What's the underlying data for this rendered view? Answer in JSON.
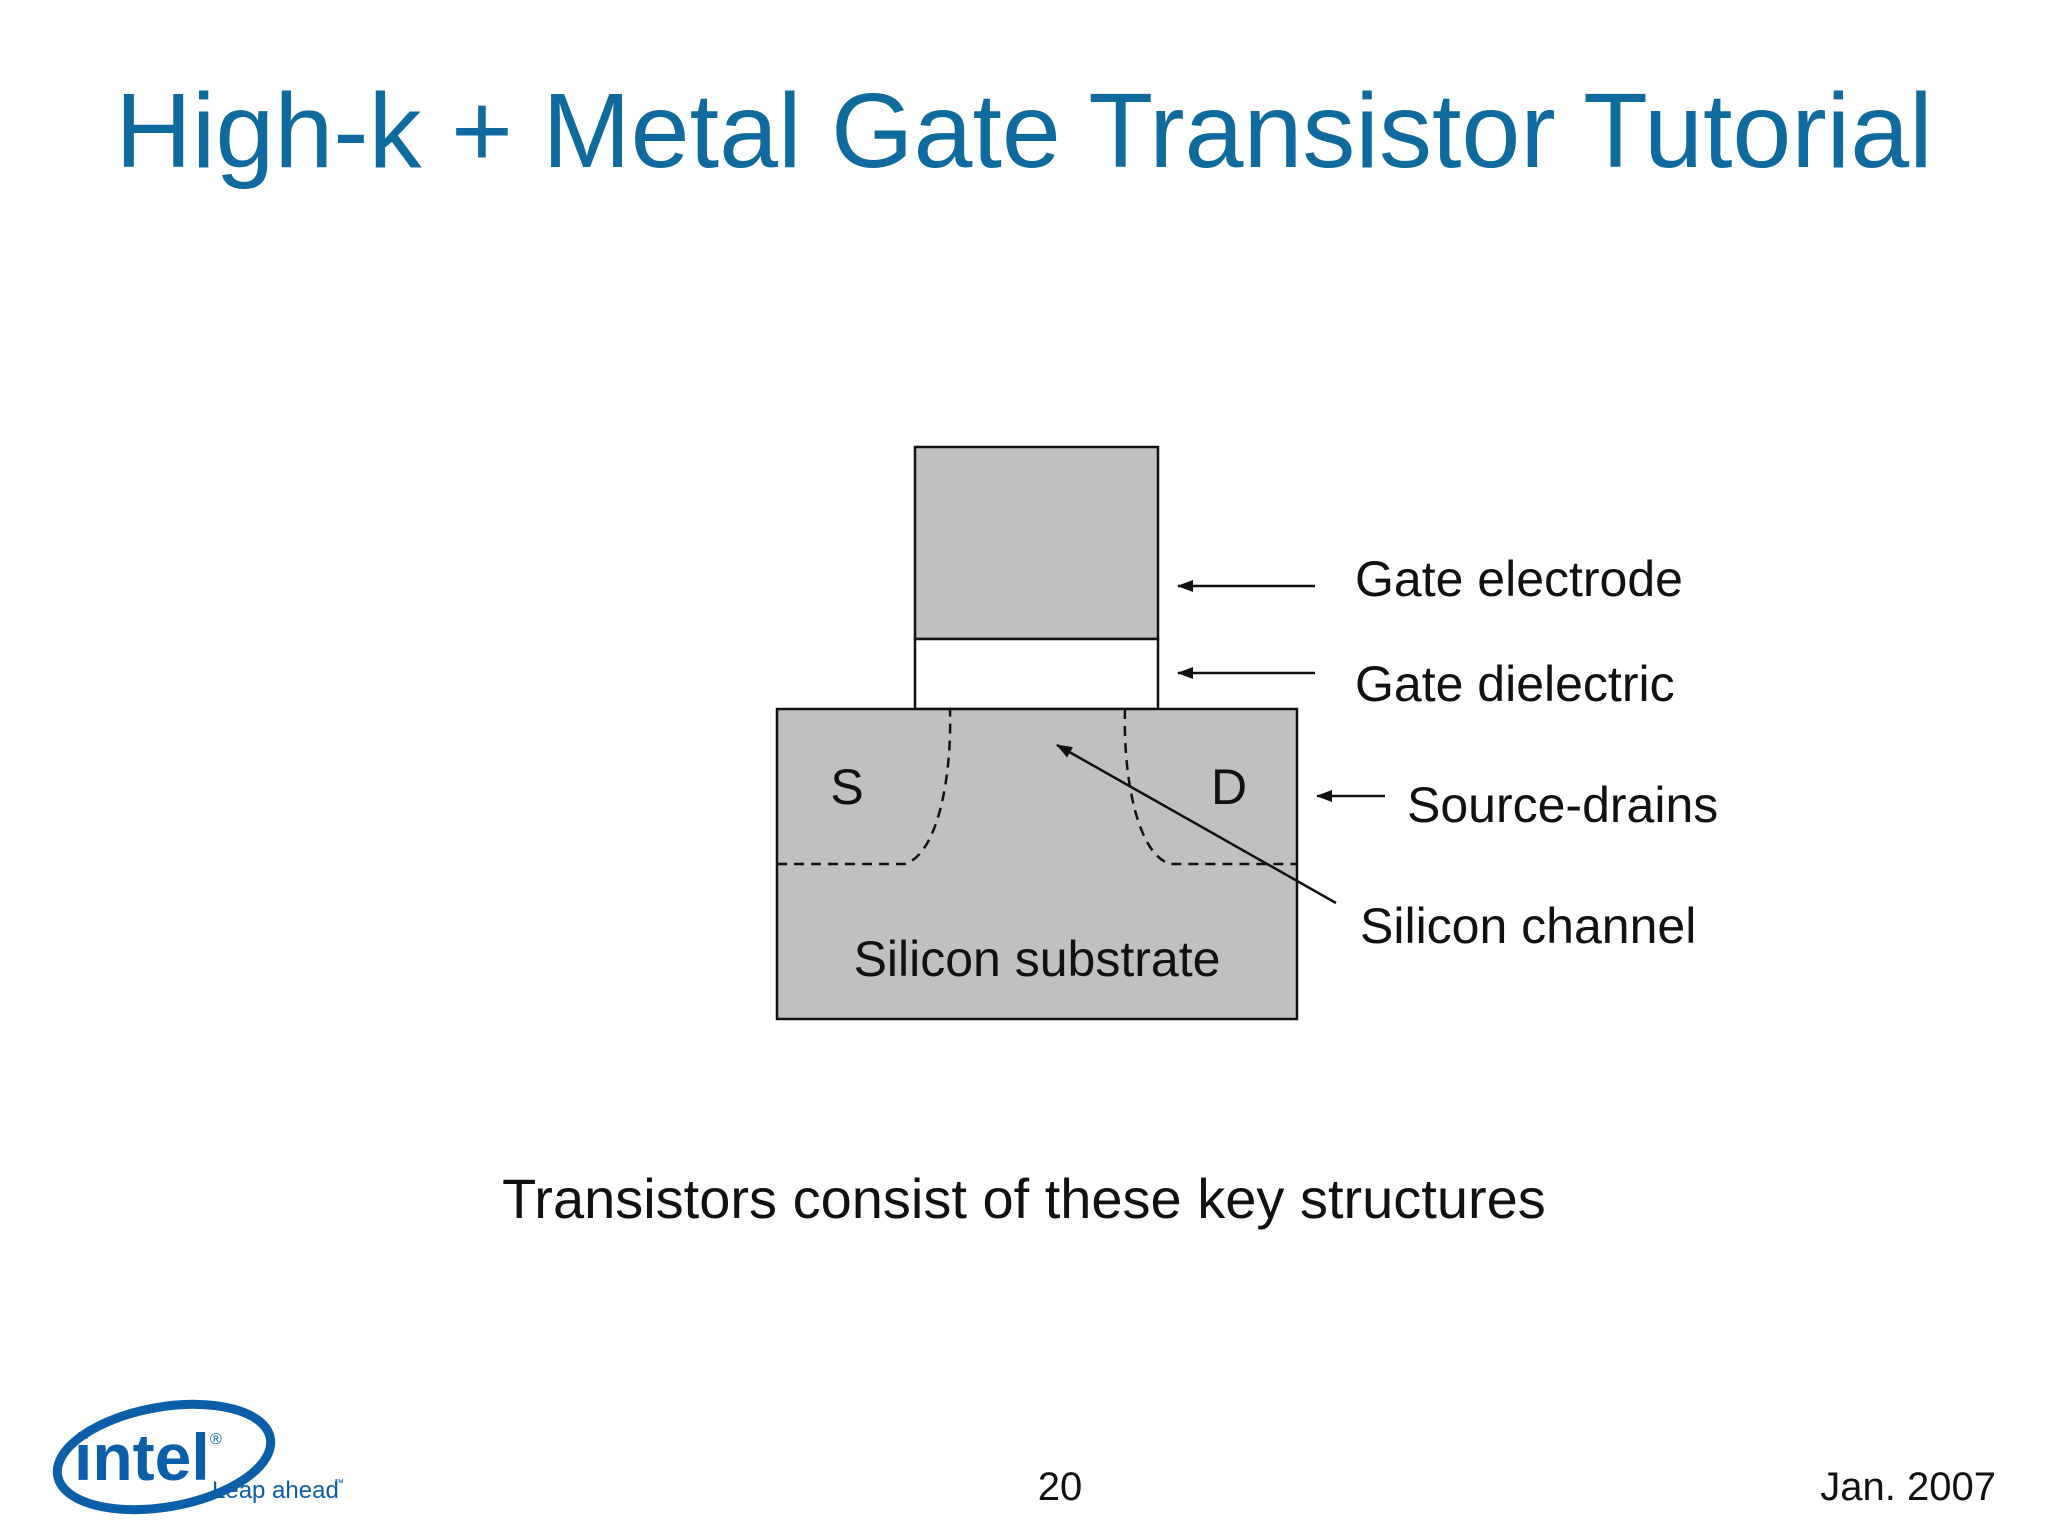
{
  "slide": {
    "title": "High-k + Metal Gate Transistor Tutorial",
    "caption": "Transistors consist of these key structures",
    "page_number": "20",
    "date": "Jan. 2007"
  },
  "diagram": {
    "source_label": "S",
    "drain_label": "D",
    "substrate_label": "Silicon substrate",
    "callouts": {
      "gate_electrode": "Gate electrode",
      "gate_dielectric": "Gate dielectric",
      "source_drains": "Source-drains",
      "silicon_channel": "Silicon channel"
    }
  },
  "logo": {
    "brand": "intel",
    "tagline": "Leap ahead",
    "trademark": "™",
    "registered": "®"
  },
  "colors": {
    "title": "#0f6a9d",
    "logo_blue": "#0b5fa9",
    "structure_fill": "#c1bfc1",
    "text": "#111111"
  },
  "icons": {
    "arrow": "arrow-left-icon",
    "logo": "intel-logo-icon"
  }
}
